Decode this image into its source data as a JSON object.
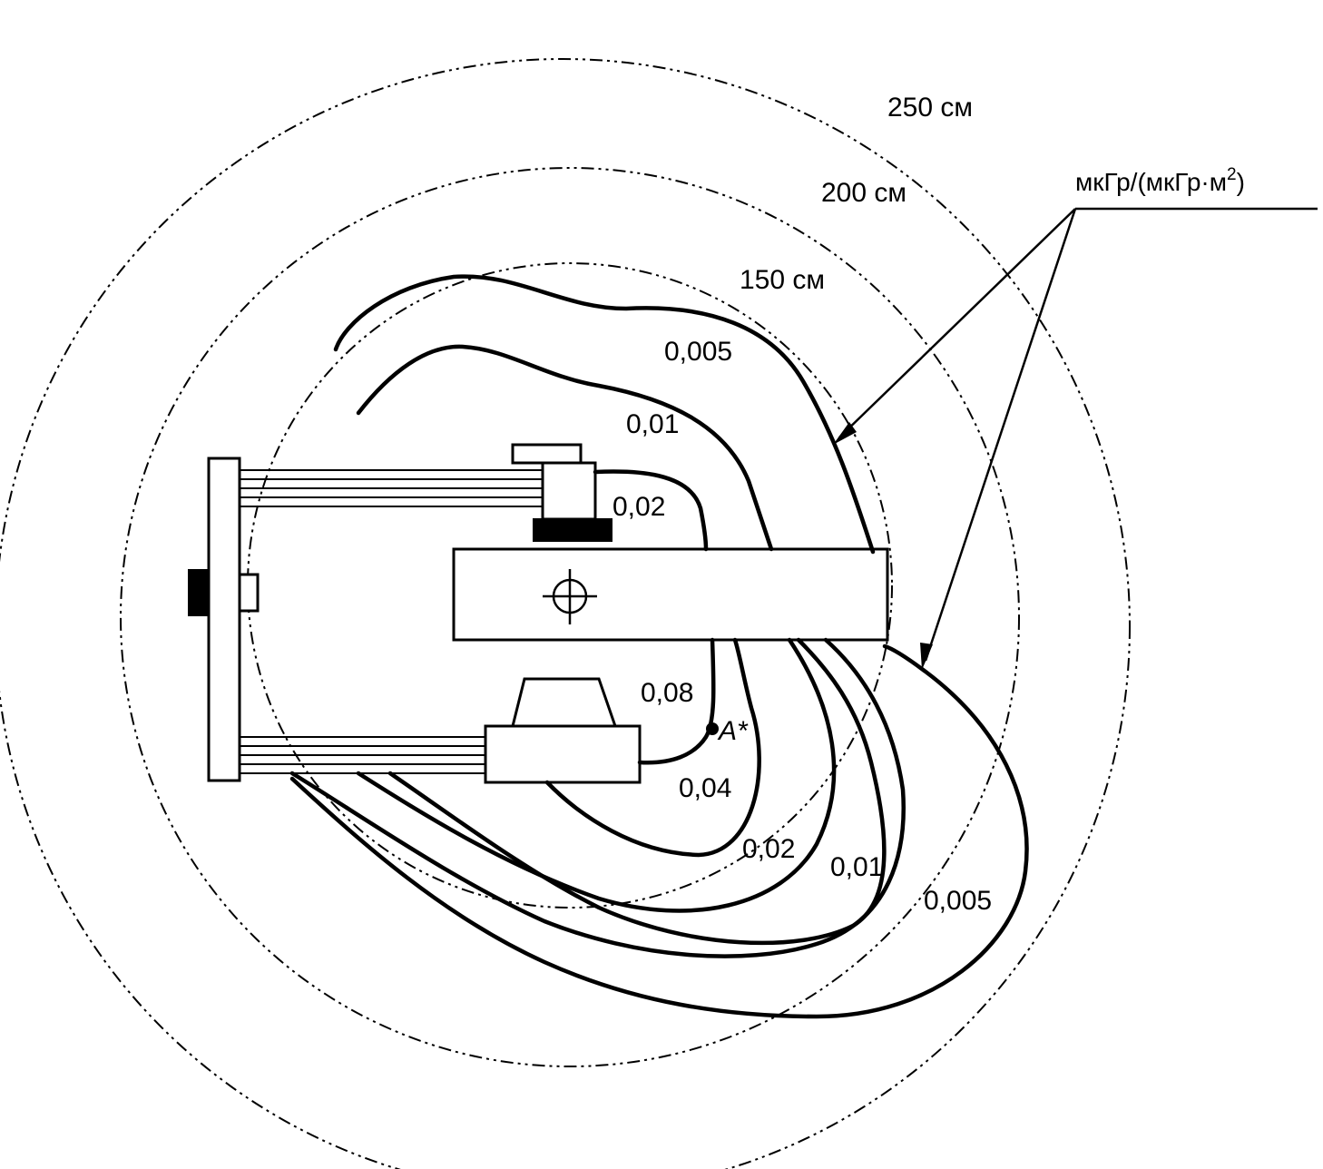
{
  "distance_labels": {
    "r250": "250 см",
    "r200": "200 см",
    "r150": "150 см"
  },
  "unit_label": {
    "main": "мкГр/(мкГр·м",
    "exponent": "2",
    "close": ")"
  },
  "isodose_labels": {
    "upper_0005": "0,005",
    "upper_001": "0,01",
    "upper_002": "0,02",
    "inner_008": "0,08",
    "inner_004": "0,04",
    "lower_002": "0,02",
    "lower_001": "0,01",
    "lower_0005": "0,005"
  },
  "point_label": "A*",
  "colors": {
    "ink": "#000000",
    "paper": "#ffffff"
  }
}
